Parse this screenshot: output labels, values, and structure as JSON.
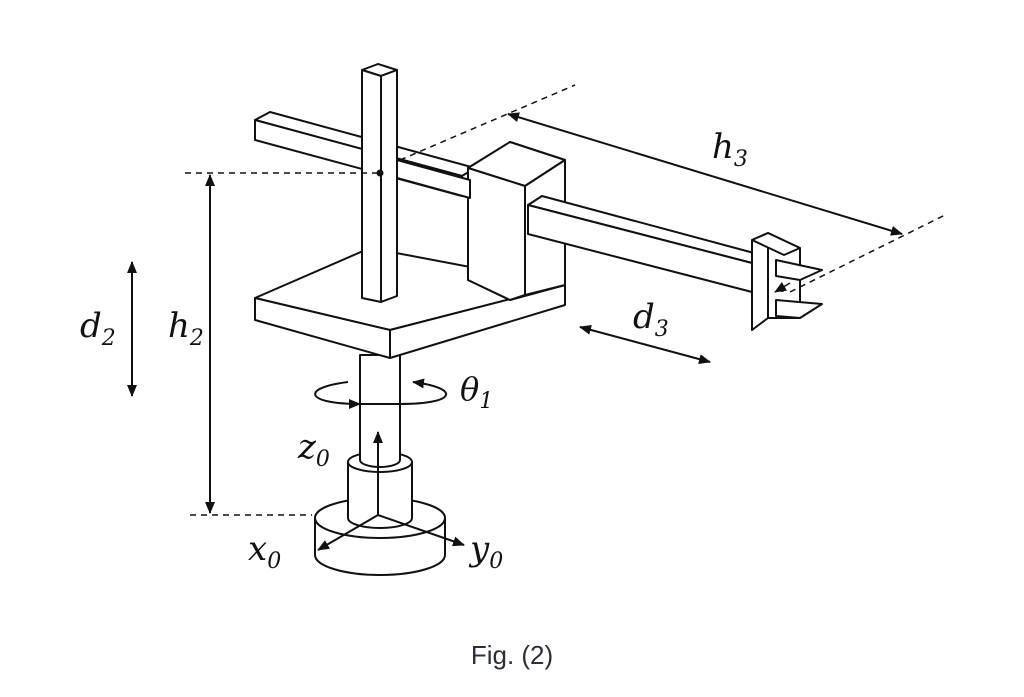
{
  "diagram": {
    "labels": {
      "h3": {
        "main": "h",
        "sub": "3"
      },
      "h2": {
        "main": "h",
        "sub": "2"
      },
      "d2": {
        "main": "d",
        "sub": "2"
      },
      "d3": {
        "main": "d",
        "sub": "3"
      },
      "theta1": {
        "main": "θ",
        "sub": "1"
      },
      "z0": {
        "main": "z",
        "sub": "0"
      },
      "x0": {
        "main": "x",
        "sub": "0"
      },
      "y0": {
        "main": "y",
        "sub": "0"
      }
    },
    "caption": "Fig. (2)",
    "colors": {
      "stroke": "#111111",
      "fill": "#ffffff",
      "caption": "#2b2f3a"
    }
  }
}
